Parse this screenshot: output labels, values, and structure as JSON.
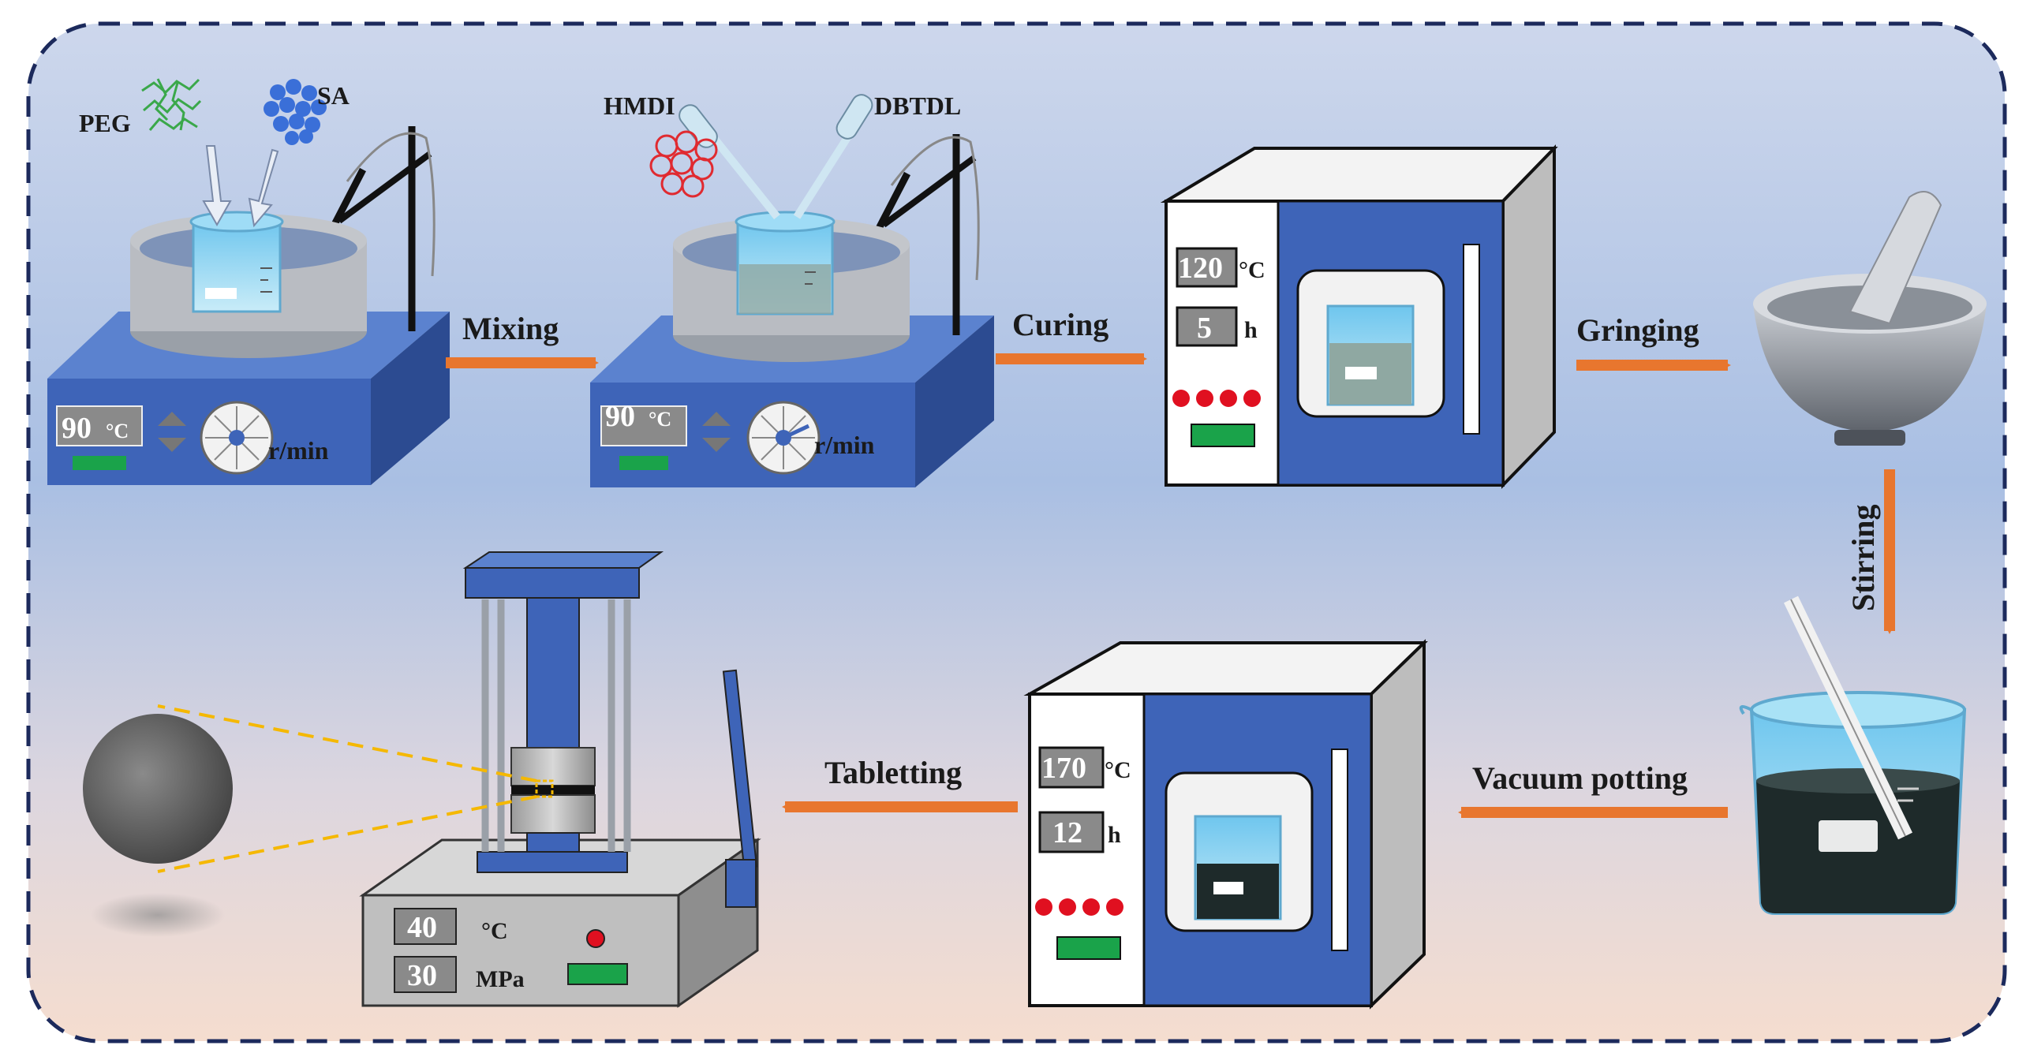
{
  "colors": {
    "panel_top": "#9ab4de",
    "panel_bottom": "#f4dccd",
    "border": "#1c2a5c",
    "arrow": "#e8762e",
    "device_blue": "#3e64b8",
    "lcd_gray": "#8a8a8a",
    "lcd_green": "#1aa34a",
    "led_red": "#e01020",
    "water": "#7fcff0"
  },
  "icons": {
    "hotplate": "hotplate-stirrer-icon",
    "oven": "drying-oven-icon",
    "mortar": "mortar-and-pestle-icon",
    "beaker": "beaker-icon",
    "press": "tablet-press-icon",
    "sample": "pellet-sample-icon",
    "dropper": "dropper-icon"
  },
  "reagents": {
    "peg": "PEG",
    "sa": "SA",
    "hmdi": "HMDI",
    "dbtdl": "DBTDL"
  },
  "steps": {
    "mixing": "Mixing",
    "curing": "Curing",
    "grinding": "Gringing",
    "stirring": "Stirring",
    "vacuum_potting": "Vacuum potting",
    "tabletting": "Tabletting"
  },
  "hotplate1": {
    "temp": "90",
    "temp_unit": "°C",
    "speed_unit": "r/min"
  },
  "hotplate2": {
    "temp": "90",
    "temp_unit": "°C",
    "speed_unit": "r/min"
  },
  "oven1": {
    "temp": "120",
    "temp_unit": "°C",
    "time": "5",
    "time_unit": "h"
  },
  "oven2": {
    "temp": "170",
    "temp_unit": "°C",
    "time": "12",
    "time_unit": "h"
  },
  "press": {
    "temp": "40",
    "temp_unit": "°C",
    "pressure": "30",
    "pressure_unit": "MPa"
  }
}
